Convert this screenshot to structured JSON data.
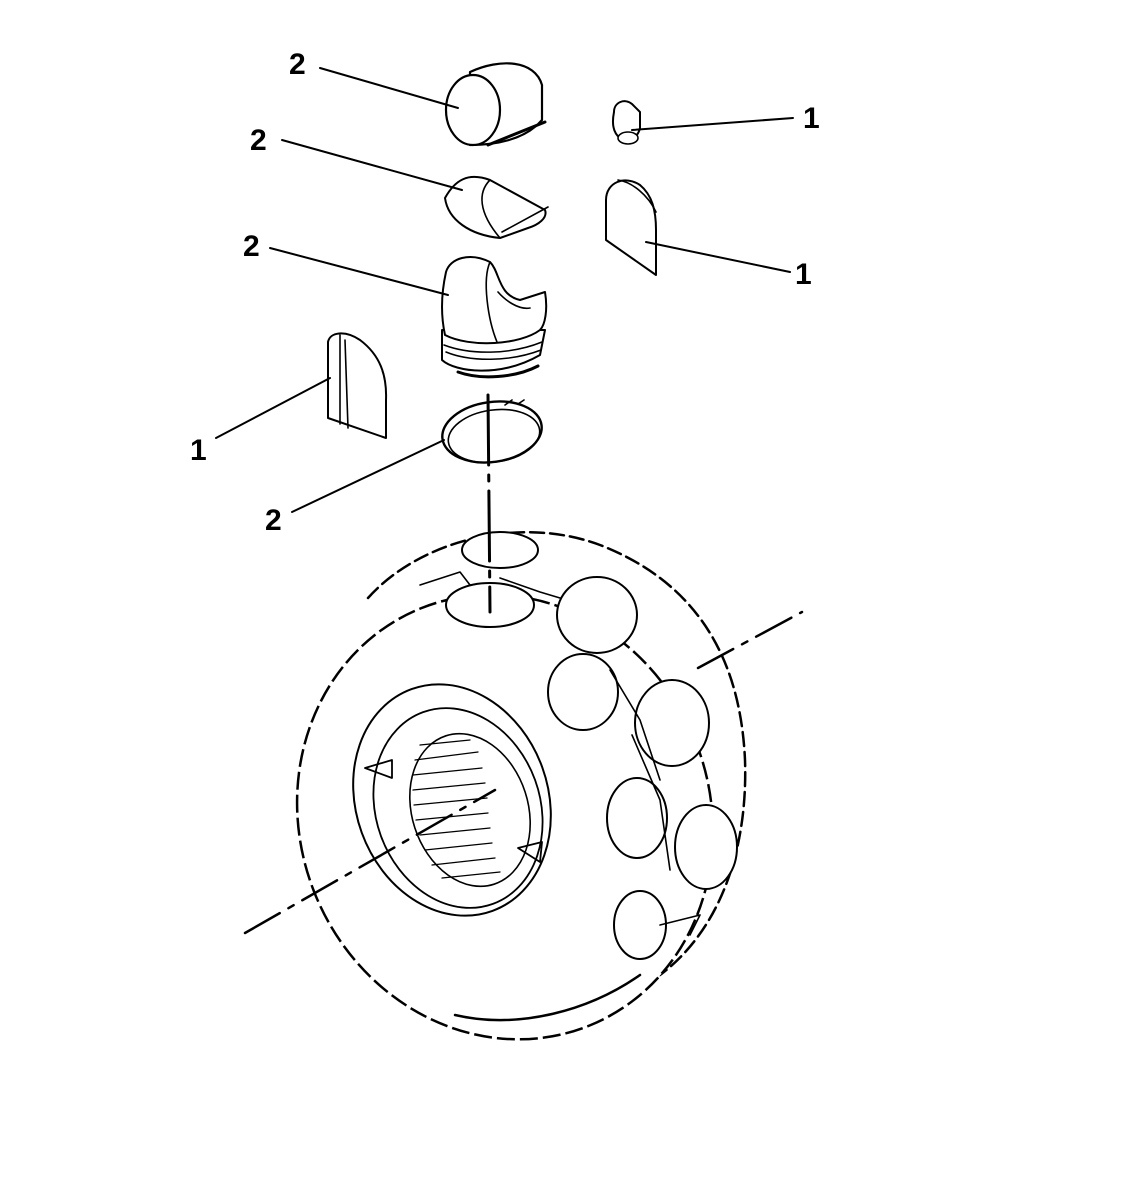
{
  "diagram": {
    "callouts": [
      {
        "id": "roller-top",
        "label": "2"
      },
      {
        "id": "saddle-half",
        "label": "2"
      },
      {
        "id": "piston",
        "label": "2"
      },
      {
        "id": "retaining-ring",
        "label": "2"
      },
      {
        "id": "small-key",
        "label": "1"
      },
      {
        "id": "dome-plate-right",
        "label": "1"
      },
      {
        "id": "dome-plate-left",
        "label": "1"
      }
    ]
  }
}
